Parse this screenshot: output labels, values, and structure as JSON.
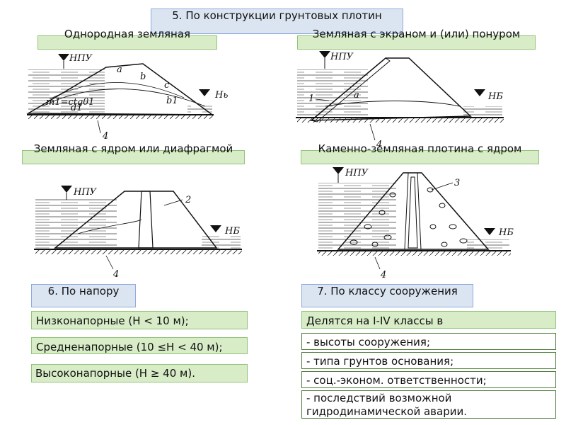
{
  "header": {
    "title": "5. По конструкции грунтовых плотин"
  },
  "types": {
    "homogeneous": "Однородная земляная",
    "screen": "Земляная с экраном и (или) понуром",
    "core": "Земляная с ядром или диафрагмой",
    "rockfill": "Каменно-земляная плотина с ядром"
  },
  "diagram_labels": {
    "npu": "НПУ",
    "nb_one": "Нь",
    "nb": "НБ",
    "formula": "m1=ctgθ1",
    "a": "a",
    "b": "b",
    "c": "c",
    "b1": "b1",
    "d1": "d1",
    "n1": "1",
    "n2": "2",
    "n3": "3",
    "n4": "4"
  },
  "by_head": {
    "title": "6. По напору",
    "items": [
      "Низконапорные (Н < 10 м);",
      "Средненапорные (10 ≤Н < 40 м);",
      "Высоконапорные (Н ≥ 40 м)."
    ]
  },
  "by_class": {
    "title": "7. По классу сооружения",
    "intro": "Делятся на I-IV классы в",
    "items": [
      "- высоты сооружения;",
      "- типа грунтов основания;",
      "- соц.-эконом. ответственности;",
      "- последствий возможной гидродинамической аварии."
    ]
  }
}
